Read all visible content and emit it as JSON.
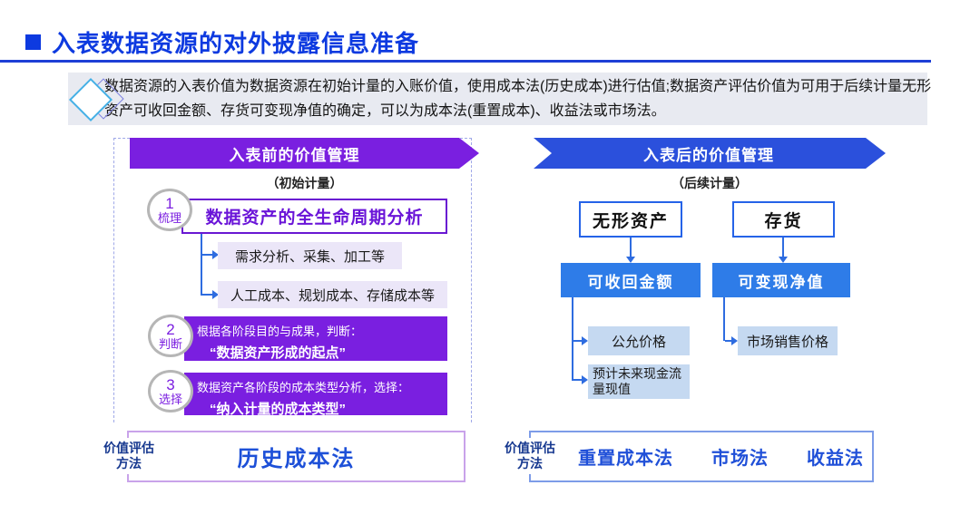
{
  "slide": {
    "title": "入表数据资源的对外披露信息准备"
  },
  "intro": {
    "line1": "数据资源的入表价值为数据资源在初始计量的入账价值，使用成本法(历史成本)进行估值;数据资产评估价值为可用于后续计量无形",
    "line2": "资产可收回金额、存货可变现净值的确定，可以为成本法(重置成本)、收益法或市场法。"
  },
  "left": {
    "banner": "入表前的价值管理",
    "caption": "（初始计量）",
    "steps": [
      {
        "num": "1",
        "label": "梳理"
      },
      {
        "num": "2",
        "label": "判断"
      },
      {
        "num": "3",
        "label": "选择"
      }
    ],
    "lifecycle_box": "数据资产的全生命周期分析",
    "item1": "需求分析、采集、加工等",
    "item2": "人工成本、规划成本、存储成本等",
    "step2_line1": "根据各阶段目的与成果，判断：",
    "step2_line2": "“数据资产形成的起点”",
    "step3_line1": "数据资产各阶段的成本类型分析，选择：",
    "step3_line2": "“纳入计量的成本类型”",
    "method_label_1": "价值评估",
    "method_label_2": "方法",
    "method_value": "历史成本法"
  },
  "right": {
    "banner": "入表后的价值管理",
    "caption": "（后续计量）",
    "asset1": "无形资产",
    "asset2": "存货",
    "measure1": "可收回金额",
    "measure2": "可变现净值",
    "detail1": "公允价格",
    "detail2": "预计未来现金流量现值",
    "detail3": "市场销售价格",
    "method_label_1": "价值评估",
    "method_label_2": "方法",
    "methods": [
      "重置成本法",
      "市场法",
      "收益法"
    ]
  },
  "colors": {
    "title_blue": "#0d3ae0",
    "purple": "#7a1fe0",
    "banner_blue": "#2b50dc",
    "measure_blue": "#2e7ce8",
    "connector_blue": "#2e6ce0",
    "light_purple_fill": "#ebe6f8",
    "light_blue_fill": "#c5d9f1",
    "intro_gray": "#e8eaf1",
    "method_text_blue": "#1d50d8"
  }
}
